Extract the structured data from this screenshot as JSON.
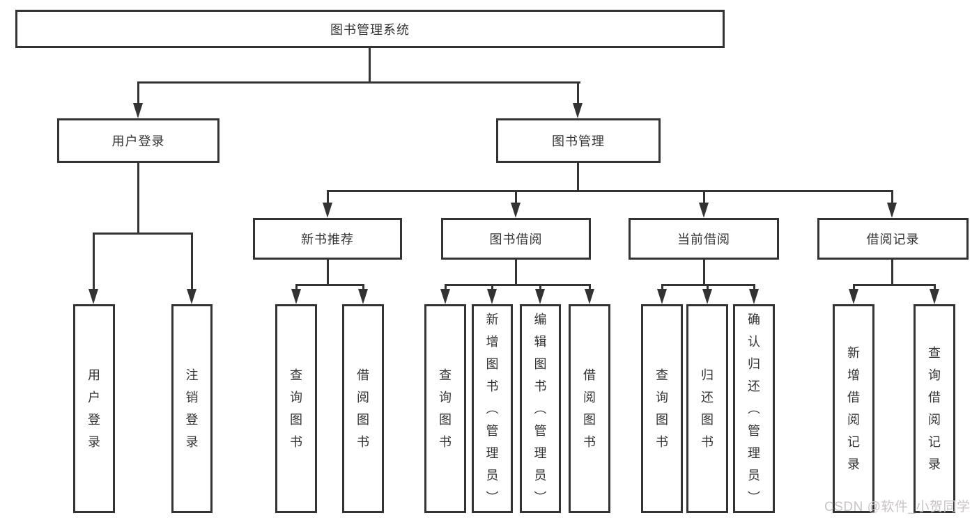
{
  "tree": {
    "label": "图书管理系统",
    "children": [
      {
        "label": "用户登录",
        "children": [
          {
            "label": "用户登录"
          },
          {
            "label": "注销登录"
          }
        ]
      },
      {
        "label": "图书管理",
        "children": [
          {
            "label": "新书推荐",
            "children": [
              {
                "label": "查询图书"
              },
              {
                "label": "借阅图书"
              }
            ]
          },
          {
            "label": "图书借阅",
            "children": [
              {
                "label": "查询图书"
              },
              {
                "label": "新增图书（管理员）"
              },
              {
                "label": "编辑图书（管理员）"
              },
              {
                "label": "借阅图书"
              }
            ]
          },
          {
            "label": "当前借阅",
            "children": [
              {
                "label": "查询图书"
              },
              {
                "label": "归还图书"
              },
              {
                "label": "确认归还（管理员）"
              }
            ]
          },
          {
            "label": "借阅记录",
            "children": [
              {
                "label": "新增借阅记录"
              },
              {
                "label": "查询借阅记录"
              }
            ]
          }
        ]
      }
    ]
  },
  "watermark": {
    "text": "CSDN @软件_小贺同学",
    "color": "#c9c4c4"
  },
  "colors": {
    "line": "#333333",
    "box_border": "#333333",
    "text": "#333333",
    "background": "#ffffff"
  }
}
